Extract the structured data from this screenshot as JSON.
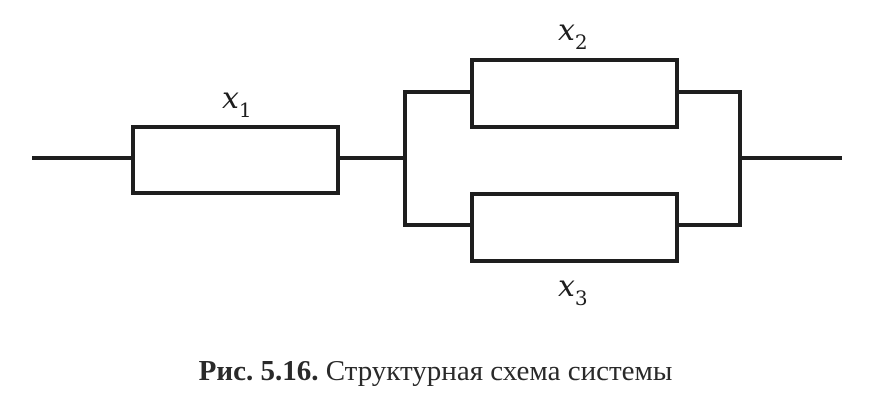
{
  "diagram": {
    "type": "reliability-block-diagram",
    "blocks": [
      {
        "id": "x1",
        "letter": "x",
        "index": "1"
      },
      {
        "id": "x2",
        "letter": "x",
        "index": "2"
      },
      {
        "id": "x3",
        "letter": "x",
        "index": "3"
      }
    ],
    "connections": "x1 in series with (x2 parallel x3)"
  },
  "caption": {
    "number": "Рис. 5.16.",
    "text": "Структурная схема системы"
  }
}
